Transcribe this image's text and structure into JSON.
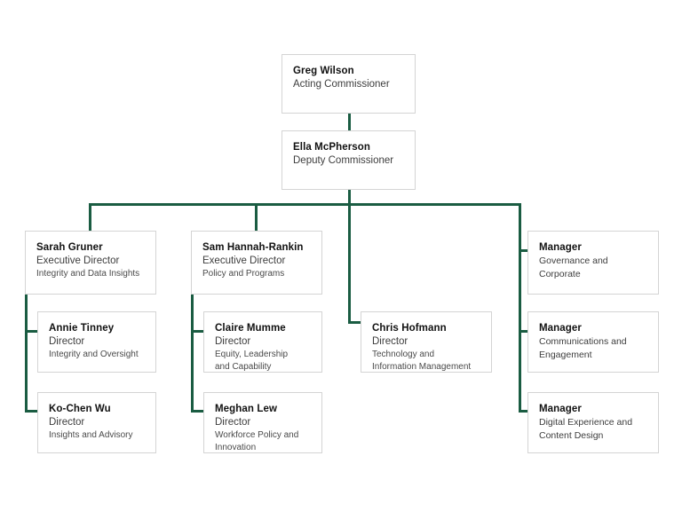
{
  "theme": {
    "connector_color": "#1a5c42",
    "box_border_color": "#d4d4d4",
    "background": "#ffffff",
    "name_color": "#111111",
    "role_color": "#3d3d3d",
    "unit_color": "#4a4a4a"
  },
  "chart_title": "",
  "nodes": {
    "commissioner": {
      "name": "Greg Wilson",
      "role": "Acting Commissioner",
      "unit": ""
    },
    "deputy": {
      "name": "Ella McPherson",
      "role": "Deputy Commissioner",
      "unit": ""
    },
    "ed_integrity": {
      "name": "Sarah Gruner",
      "role": "Executive Director",
      "unit": "Integrity and Data Insights"
    },
    "ed_policy": {
      "name": "Sam Hannah-Rankin",
      "role": "Executive Director",
      "unit": "Policy and Programs"
    },
    "mgr_governance": {
      "name": "Manager",
      "role": "",
      "unit": "Governance and\nCorporate"
    },
    "dir_integrity_oversight": {
      "name": "Annie Tinney",
      "role": "Director",
      "unit": "Integrity and Oversight"
    },
    "dir_equity": {
      "name": "Claire Mumme",
      "role": "Director",
      "unit": "Equity, Leadership\nand Capability"
    },
    "dir_technology": {
      "name": "Chris Hofmann",
      "role": "Director",
      "unit": "Technology and\nInformation Management"
    },
    "mgr_comms": {
      "name": "Manager",
      "role": "",
      "unit": "Communications and\nEngagement"
    },
    "dir_insights": {
      "name": "Ko-Chen Wu",
      "role": "Director",
      "unit": "Insights and Advisory"
    },
    "dir_workforce": {
      "name": "Meghan Lew",
      "role": "Director",
      "unit": "Workforce Policy and\nInnovation"
    },
    "mgr_digital": {
      "name": "Manager",
      "role": "",
      "unit": "Digital Experience and\nContent Design"
    }
  }
}
